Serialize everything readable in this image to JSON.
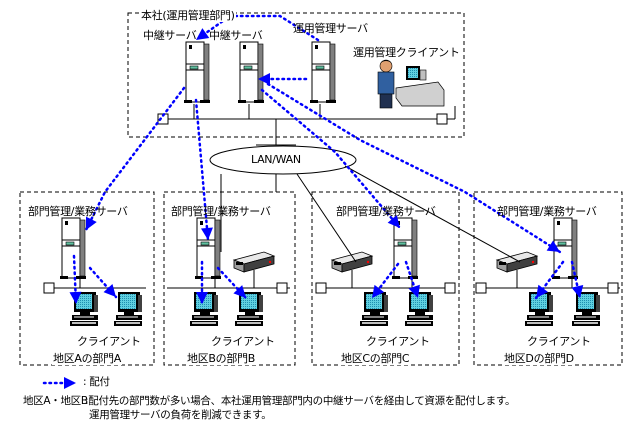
{
  "headquarters": {
    "title": "本社(運用管理部門)",
    "relay_server_1": "中継サーバ",
    "relay_server_2": "中継サーバ",
    "management_server": "運用管理サーバ",
    "management_client": "運用管理クライアント"
  },
  "network": {
    "label": "LAN/WAN"
  },
  "departments": [
    {
      "id": "A",
      "server_label": "部門管理/業務サーバ",
      "client_label": "クライアント",
      "title": "地区Aの部門A",
      "has_router": false
    },
    {
      "id": "B",
      "server_label": "部門管理/業務サーバ",
      "client_label": "クライアント",
      "title": "地区Bの部門B",
      "has_router": true
    },
    {
      "id": "C",
      "server_label": "部門管理/業務サーバ",
      "client_label": "クライアント",
      "title": "地区Cの部門C",
      "has_router": true
    },
    {
      "id": "D",
      "server_label": "部門管理/業務サーバ",
      "client_label": "クライアント",
      "title": "地区Dの部門D",
      "has_router": true
    }
  ],
  "legend": {
    "arrow_meaning": ":  配付",
    "note_prefix": "地区A・地区B",
    "note_line1": ":配付先の部門数が多い場合、本社運用管理部門内の中継サーバを経由して資源を配付します。",
    "note_line2": "運用管理サーバの負荷を削減できます。"
  },
  "colors": {
    "distribution_arrow": "#0000ff",
    "line": "#000000",
    "screen": "#40c0d0"
  }
}
